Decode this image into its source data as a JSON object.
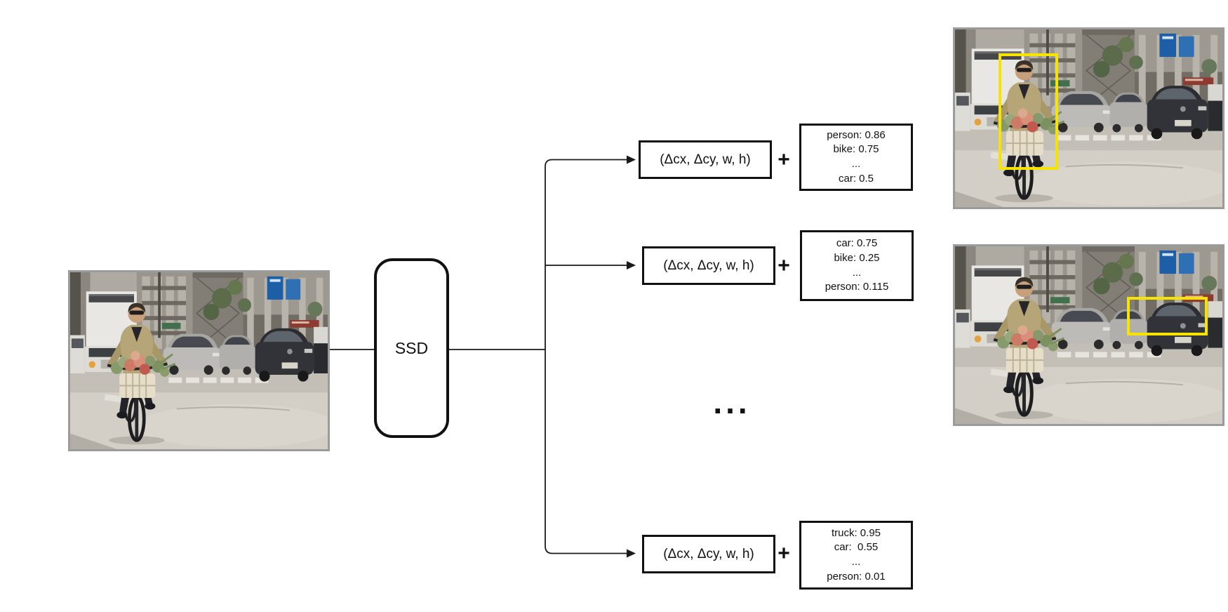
{
  "model_label": "SSD",
  "ellipsis": "...",
  "delta_rows": [
    {
      "delta_label": "(Δcx, Δcy, w, h)",
      "plus": "+",
      "scores": [
        "person: 0.86",
        "bike: 0.75",
        "...",
        "car: 0.5"
      ]
    },
    {
      "delta_label": "(Δcx, Δcy, w, h)",
      "plus": "+",
      "scores": [
        "car: 0.75",
        "bike: 0.25",
        "...",
        "person: 0.115"
      ]
    },
    {
      "delta_label": "(Δcx, Δcy, w, h)",
      "plus": "+",
      "scores": [
        "truck: 0.95",
        "car:  0.55",
        "...",
        "person: 0.01"
      ]
    }
  ],
  "images": {
    "input": {
      "description": "street photo: man cycling toward camera with basket of flowers, cars and buildings behind"
    },
    "output_top": {
      "description": "same street photo with yellow detection box around the cyclist"
    },
    "output_bottom": {
      "description": "same street photo with yellow detection box around the dark car"
    }
  },
  "colors": {
    "detection_box": "#f6e400",
    "photo_border": "#9b9b9b",
    "line": "#1a1a1a"
  }
}
